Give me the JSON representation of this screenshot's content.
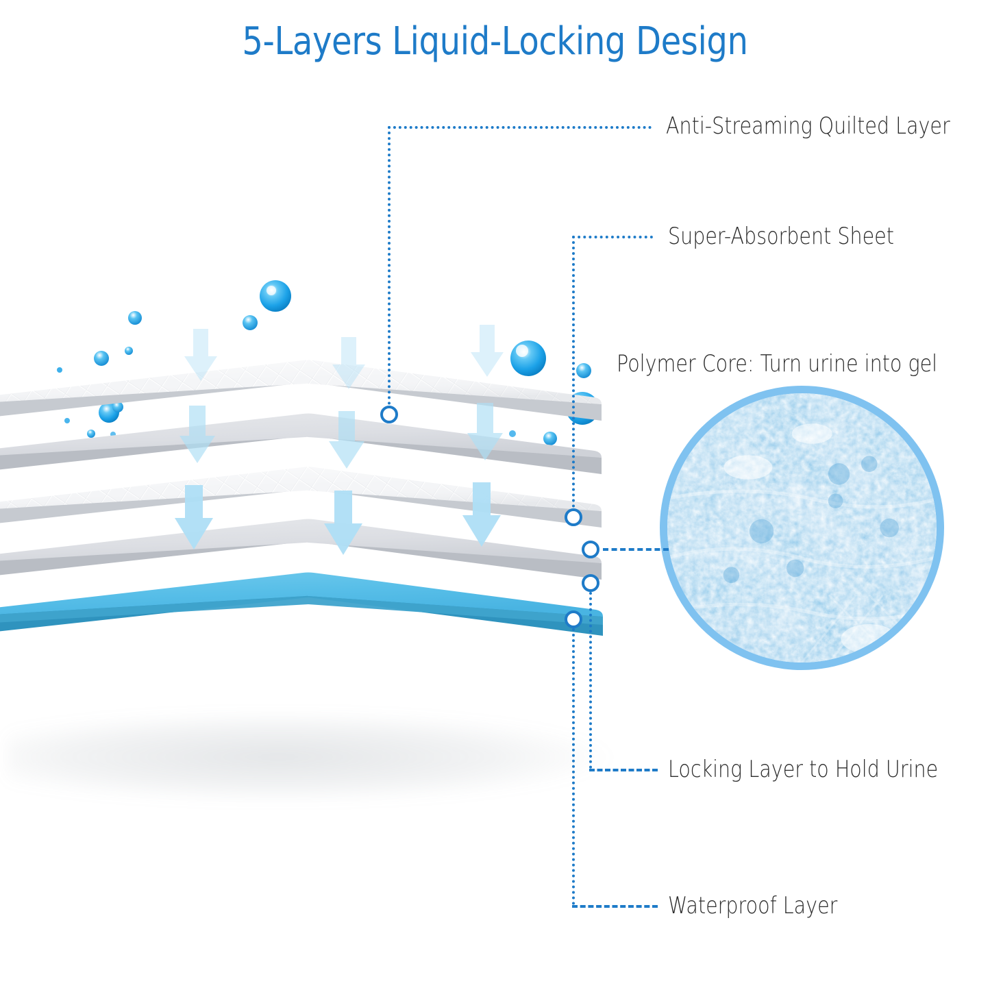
{
  "title": "5-Layers Liquid-Locking Design",
  "theme": {
    "title_color": "#1E7BC8",
    "leader_color": "#1E7BC8",
    "label_color": "#2b2b2b",
    "waterproof_layer_color": "#5BC0E8",
    "waterproof_layer_edge": "#3FA3CC",
    "absorbent_layer_color": "#DADDE2",
    "quilted_layer_color": "#F2F3F5",
    "arrow_color": "#AEDEF5",
    "droplet_color": "#1CA2E8",
    "gel_ring_color": "#7FC2F0",
    "background": "#FFFFFF"
  },
  "callouts": [
    {
      "id": "anti-streaming-quilted-layer",
      "label": "Anti-Streaming Quilted Layer",
      "layer_index": 1,
      "layer_name": "quilted-top"
    },
    {
      "id": "super-absorbent-sheet",
      "label": "Super-Absorbent Sheet",
      "layer_index": 2,
      "layer_name": "absorbent-upper"
    },
    {
      "id": "polymer-core",
      "label": "Polymer Core: Turn urine into gel",
      "layer_index": 3,
      "layer_name": "polymer-core"
    },
    {
      "id": "locking-layer",
      "label": "Locking Layer to Hold Urine",
      "layer_index": 4,
      "layer_name": "locking-layer"
    },
    {
      "id": "waterproof-layer",
      "label": "Waterproof Layer",
      "layer_index": 5,
      "layer_name": "waterproof-layer"
    }
  ],
  "gel_closeup": {
    "description": "Polymer gel granules magnified",
    "linked_callout": "polymer-core"
  },
  "layer_count": 5
}
